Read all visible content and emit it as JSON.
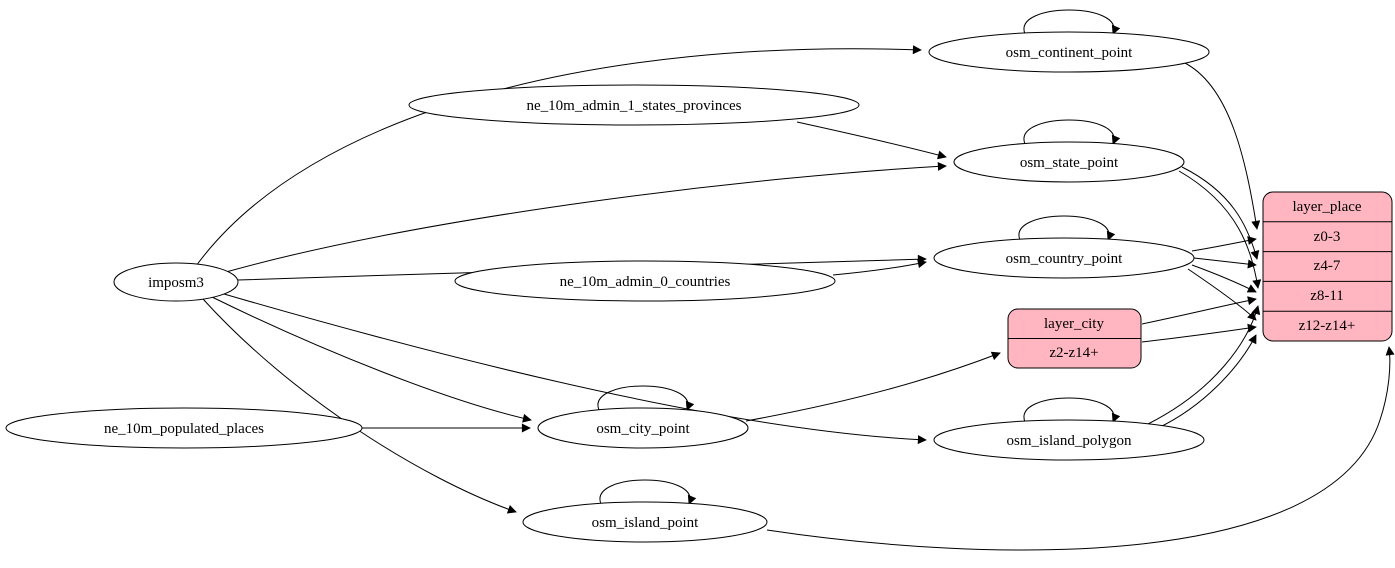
{
  "colors": {
    "background": "#ffffff",
    "node_fill": "#ffffff",
    "record_fill": "#ffb6c1",
    "stroke": "#000000"
  },
  "nodes": {
    "imposm3": "imposm3",
    "ne_10m_admin_1_states_provinces": "ne_10m_admin_1_states_provinces",
    "ne_10m_admin_0_countries": "ne_10m_admin_0_countries",
    "ne_10m_populated_places": "ne_10m_populated_places",
    "osm_continent_point": "osm_continent_point",
    "osm_state_point": "osm_state_point",
    "osm_country_point": "osm_country_point",
    "osm_city_point": "osm_city_point",
    "osm_island_polygon": "osm_island_polygon",
    "osm_island_point": "osm_island_point"
  },
  "records": {
    "layer_city": {
      "title": "layer_city",
      "rows": [
        "z2-z14+"
      ]
    },
    "layer_place": {
      "title": "layer_place",
      "rows": [
        "z0-3",
        "z4-7",
        "z8-11",
        "z12-z14+"
      ]
    }
  },
  "edges": [
    {
      "from": "imposm3",
      "to": "osm_continent_point"
    },
    {
      "from": "imposm3",
      "to": "osm_state_point"
    },
    {
      "from": "imposm3",
      "to": "osm_country_point"
    },
    {
      "from": "imposm3",
      "to": "osm_city_point"
    },
    {
      "from": "imposm3",
      "to": "osm_island_polygon"
    },
    {
      "from": "imposm3",
      "to": "osm_island_point"
    },
    {
      "from": "ne_10m_admin_1_states_provinces",
      "to": "osm_state_point"
    },
    {
      "from": "ne_10m_admin_0_countries",
      "to": "osm_country_point"
    },
    {
      "from": "ne_10m_populated_places",
      "to": "osm_city_point"
    },
    {
      "from": "osm_continent_point",
      "to": "osm_continent_point"
    },
    {
      "from": "osm_state_point",
      "to": "osm_state_point"
    },
    {
      "from": "osm_country_point",
      "to": "osm_country_point"
    },
    {
      "from": "osm_city_point",
      "to": "osm_city_point"
    },
    {
      "from": "osm_island_polygon",
      "to": "osm_island_polygon"
    },
    {
      "from": "osm_island_point",
      "to": "osm_island_point"
    },
    {
      "from": "osm_city_point",
      "to": "layer_city:z2-z14+"
    },
    {
      "from": "osm_continent_point",
      "to": "layer_place:z0-3"
    },
    {
      "from": "osm_country_point",
      "to": "layer_place:z0-3"
    },
    {
      "from": "osm_country_point",
      "to": "layer_place:z4-7"
    },
    {
      "from": "osm_country_point",
      "to": "layer_place:z8-11"
    },
    {
      "from": "osm_country_point",
      "to": "layer_place:z12-z14+"
    },
    {
      "from": "osm_state_point",
      "to": "layer_place:z4-7"
    },
    {
      "from": "osm_state_point",
      "to": "layer_place:z8-11"
    },
    {
      "from": "layer_city",
      "to": "layer_place:z8-11"
    },
    {
      "from": "layer_city",
      "to": "layer_place:z12-z14+"
    },
    {
      "from": "osm_island_polygon",
      "to": "layer_place:z8-11"
    },
    {
      "from": "osm_island_polygon",
      "to": "layer_place:z12-z14+"
    },
    {
      "from": "osm_island_point",
      "to": "layer_place:z12-z14+"
    }
  ]
}
